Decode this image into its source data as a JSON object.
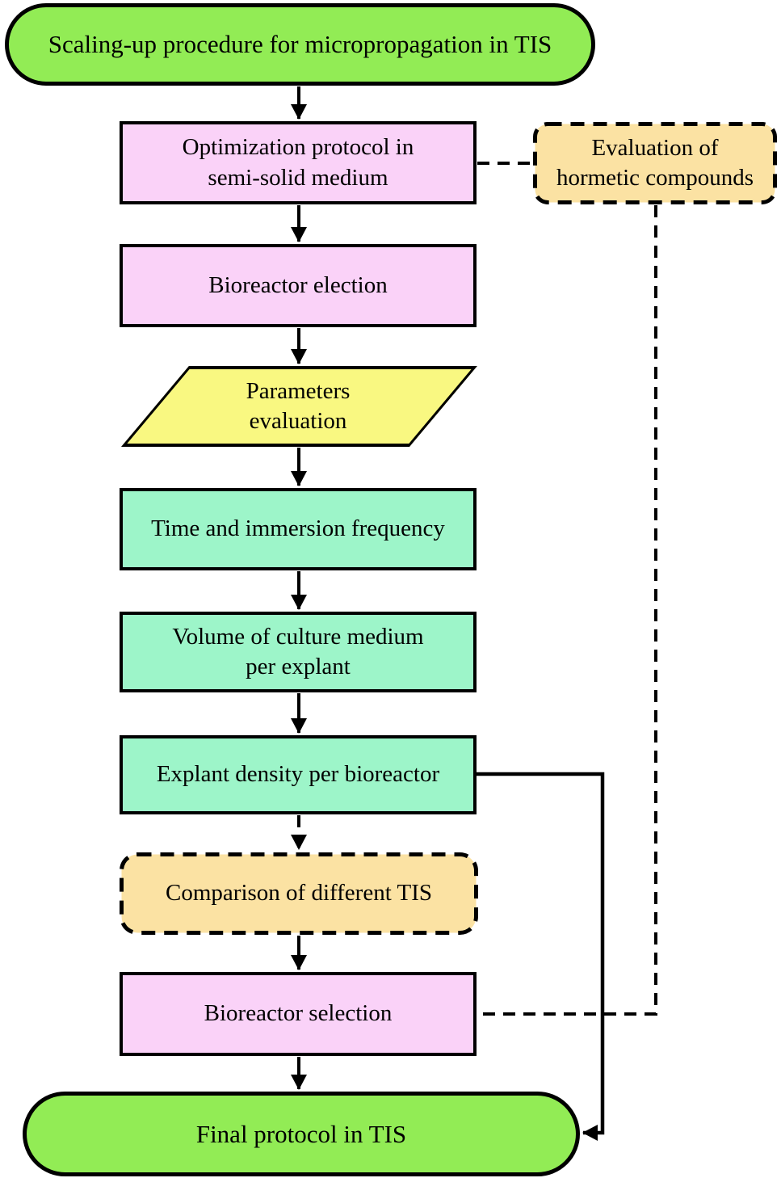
{
  "diagram": {
    "title": "Scaling-up procedure for micropropagation in TIS",
    "nodes": [
      {
        "id": "start",
        "shape": "terminator",
        "label": "Scaling-up procedure for micropropagation in TIS",
        "fill": "#92EC55"
      },
      {
        "id": "optimization-protocol",
        "shape": "process",
        "label": "Optimization protocol in\nsemi-solid medium",
        "fill": "#FAD2F8"
      },
      {
        "id": "evaluation-hormetic",
        "shape": "optional-dashed",
        "label": "Evaluation of\nhormetic compounds",
        "fill": "#FBE2A3"
      },
      {
        "id": "bioreactor-election",
        "shape": "process",
        "label": "Bioreactor election",
        "fill": "#FAD2F8"
      },
      {
        "id": "parameters-evaluation",
        "shape": "input-output-parallelogram",
        "label": "Parameters\nevaluation",
        "fill": "#F9F881"
      },
      {
        "id": "time-immersion",
        "shape": "process",
        "label": "Time and immersion frequency",
        "fill": "#9DF5C9"
      },
      {
        "id": "volume-medium",
        "shape": "process",
        "label": "Volume of culture medium\nper explant",
        "fill": "#9DF5C9"
      },
      {
        "id": "explant-density",
        "shape": "process",
        "label": "Explant density per bioreactor",
        "fill": "#9DF5C9"
      },
      {
        "id": "comparison-tis",
        "shape": "optional-dashed",
        "label": "Comparison of  different TIS",
        "fill": "#FBE2A3"
      },
      {
        "id": "bioreactor-selection",
        "shape": "process",
        "label": "Bioreactor selection",
        "fill": "#FAD2F8"
      },
      {
        "id": "final-protocol",
        "shape": "terminator",
        "label": "Final protocol in TIS",
        "fill": "#92EC55"
      }
    ],
    "edges": [
      {
        "from": "start",
        "to": "optimization-protocol",
        "style": "solid-arrow"
      },
      {
        "from": "optimization-protocol",
        "to": "evaluation-hormetic",
        "style": "dashed-line"
      },
      {
        "from": "optimization-protocol",
        "to": "bioreactor-election",
        "style": "solid-arrow"
      },
      {
        "from": "bioreactor-election",
        "to": "parameters-evaluation",
        "style": "solid-arrow"
      },
      {
        "from": "parameters-evaluation",
        "to": "time-immersion",
        "style": "solid-arrow"
      },
      {
        "from": "time-immersion",
        "to": "volume-medium",
        "style": "solid-arrow"
      },
      {
        "from": "volume-medium",
        "to": "explant-density",
        "style": "solid-arrow"
      },
      {
        "from": "explant-density",
        "to": "comparison-tis",
        "style": "dashed-arrow"
      },
      {
        "from": "comparison-tis",
        "to": "bioreactor-selection",
        "style": "solid-arrow"
      },
      {
        "from": "bioreactor-selection",
        "to": "final-protocol",
        "style": "solid-arrow"
      },
      {
        "from": "explant-density",
        "to": "final-protocol",
        "style": "solid-arrow-bypass-right"
      },
      {
        "from": "evaluation-hormetic",
        "to": "bioreactor-selection",
        "style": "dashed-line-bypass-right"
      }
    ],
    "colors": {
      "terminator_green": "#92EC55",
      "process_pink": "#FAD2F8",
      "io_yellow": "#F9F881",
      "parameter_mint": "#9DF5C9",
      "optional_orange": "#FBE2A3",
      "line_black": "#000000",
      "background_white": "#FFFFFF"
    }
  }
}
